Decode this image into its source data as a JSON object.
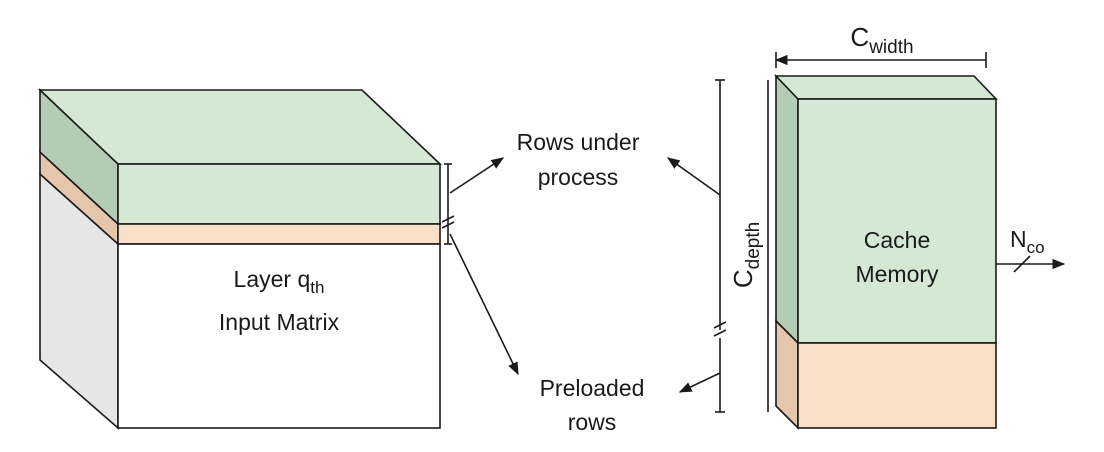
{
  "labels": {
    "rows_under_process_1": "Rows under",
    "rows_under_process_2": "process",
    "preloaded_1": "Preloaded",
    "preloaded_2": "rows",
    "layer_1": "Layer q",
    "layer_sub": "th",
    "layer_2": "Input Matrix",
    "cache_1": "Cache",
    "cache_2": "Memory",
    "c_width": "C",
    "c_width_sub": "width",
    "c_depth": "C",
    "c_depth_sub": "depth",
    "n_co": "N",
    "n_co_sub": "co"
  },
  "colors": {
    "green": "#d5e8d4",
    "green_dark": "#b5ccb4",
    "peach": "#fbe0c9",
    "peach_dark": "#e3c6ac",
    "grey_side": "#e6e6e6",
    "stroke": "#1a1a1a"
  }
}
